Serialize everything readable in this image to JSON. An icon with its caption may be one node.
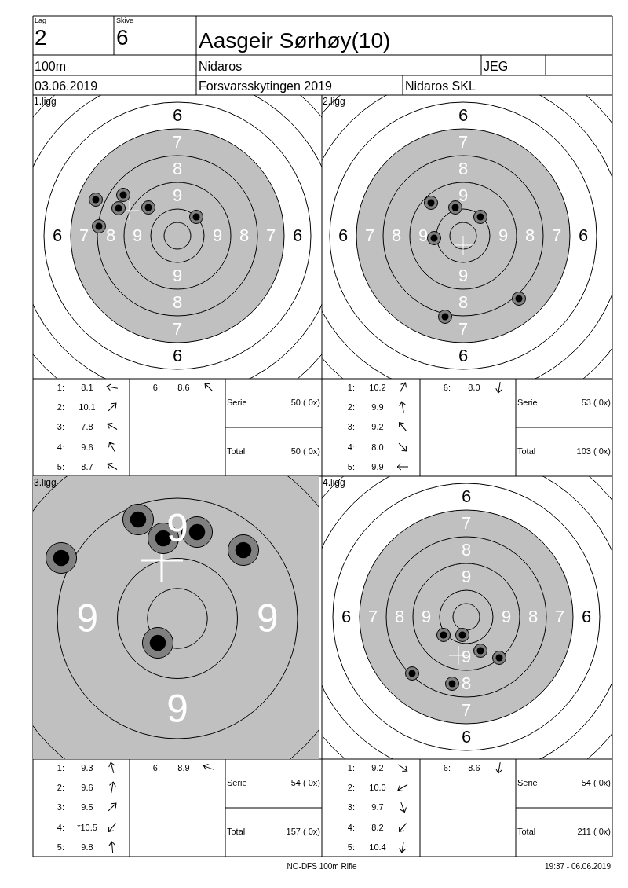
{
  "diagram": {
    "labels": [
      "Lag",
      "2",
      "Skive",
      "6",
      "Aasgeir Sørhøy(10)",
      "100m",
      "Nidaros",
      "JEG",
      "03.06.2019",
      "Forsvarsskytingen 2019",
      "Nidaros SKL",
      "1.ligg",
      "6",
      "7",
      "8",
      "9",
      "6",
      "7",
      "8",
      "9",
      "9",
      "8",
      "7",
      "6",
      "9",
      "8",
      "7",
      "6",
      "2.ligg",
      "6",
      "7",
      "8",
      "9",
      "6",
      "7",
      "8",
      "9",
      "9",
      "8",
      "7",
      "6",
      "9",
      "8",
      "7",
      "6",
      "1:",
      "8.1",
      "2:",
      "10.1",
      "3:",
      "7.8",
      "4:",
      "9.6",
      "5:",
      "8.7",
      "6:",
      "8.6",
      "Serie",
      "50 ( 0x)",
      "Total",
      "50 ( 0x)",
      "1:",
      "10.2",
      "2:",
      "9.9",
      "3:",
      "9.2",
      "4:",
      "8.0",
      "5:",
      "9.9",
      "6:",
      "8.0",
      "Serie",
      "53 ( 0x)",
      "Total",
      "103 ( 0x)",
      "3.ligg",
      "9",
      "9",
      "9",
      "9",
      "4.ligg",
      "6",
      "7",
      "8",
      "9",
      "6",
      "7",
      "8",
      "9",
      "9",
      "8",
      "7",
      "6",
      "9",
      "8",
      "7",
      "6",
      "1:",
      "9.3",
      "2:",
      "9.6",
      "3:",
      "9.5",
      "4:",
      "*10.5",
      "5:",
      "9.8",
      "6:",
      "8.9",
      "Serie",
      "54 ( 0x)",
      "Total",
      "157 ( 0x)",
      "1:",
      "9.2",
      "2:",
      "10.0",
      "3:",
      "9.7",
      "4:",
      "8.2",
      "5:",
      "10.4",
      "6:",
      "8.6",
      "Serie",
      "54 ( 0x)",
      "Total",
      "211 ( 0x)",
      "NO-DFS 100m Rifle",
      "19:37 - 06.06.2019"
    ]
  }
}
